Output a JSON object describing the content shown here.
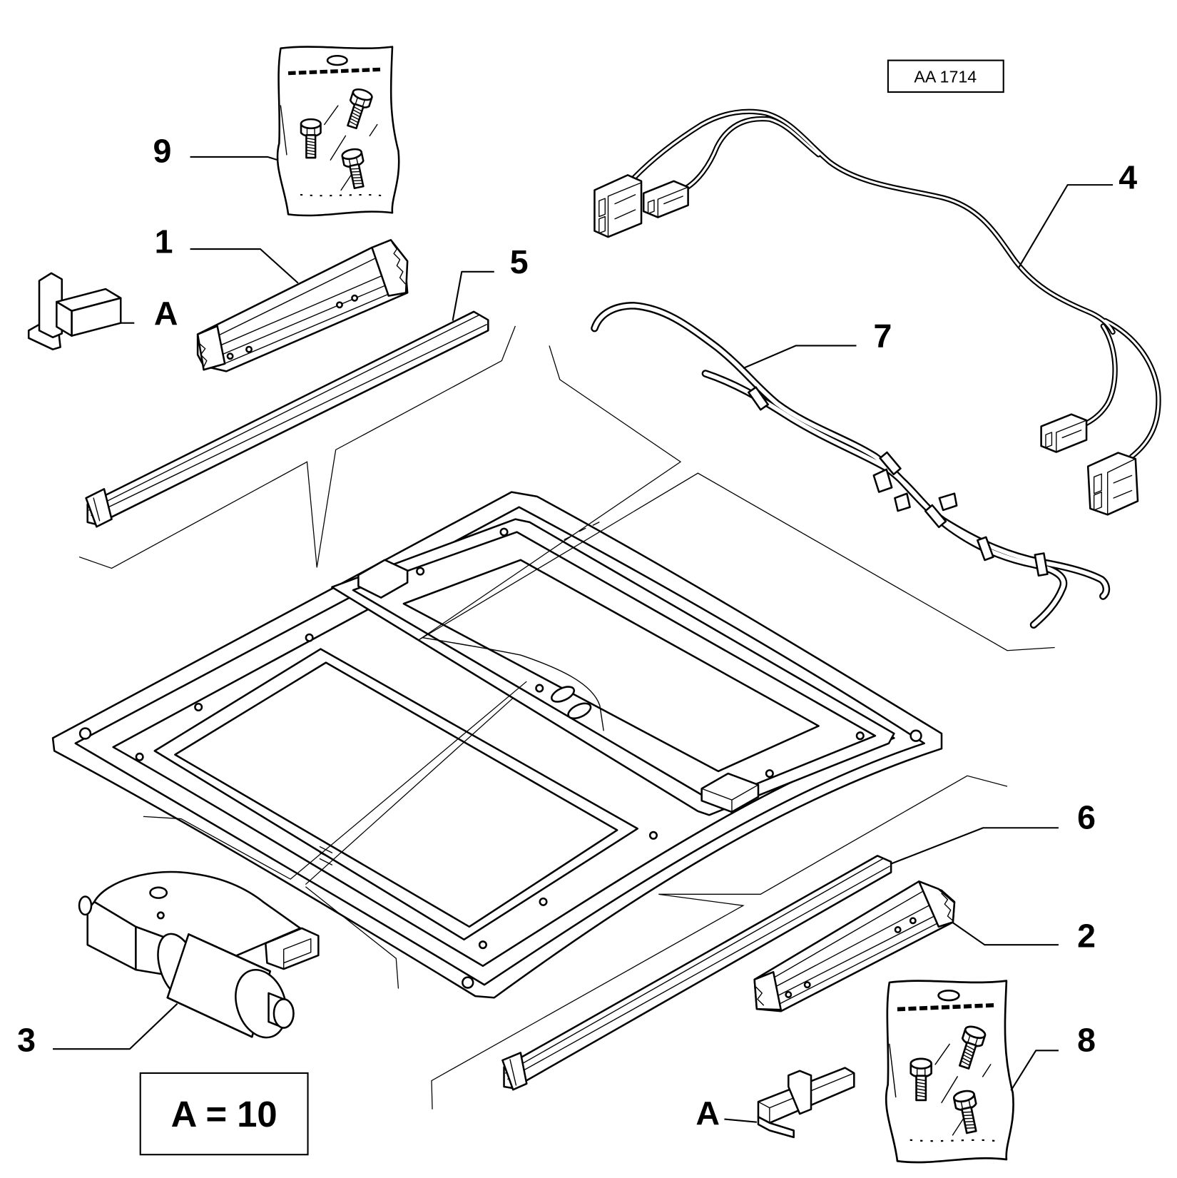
{
  "reference_code": "AA 1714",
  "quantity_note": "A = 10",
  "callouts": [
    "1",
    "2",
    "3",
    "4",
    "5",
    "6",
    "7",
    "8",
    "9"
  ],
  "clip_labels": [
    "A",
    "A"
  ],
  "colors": {
    "line": "#000000",
    "background": "#ffffff"
  }
}
